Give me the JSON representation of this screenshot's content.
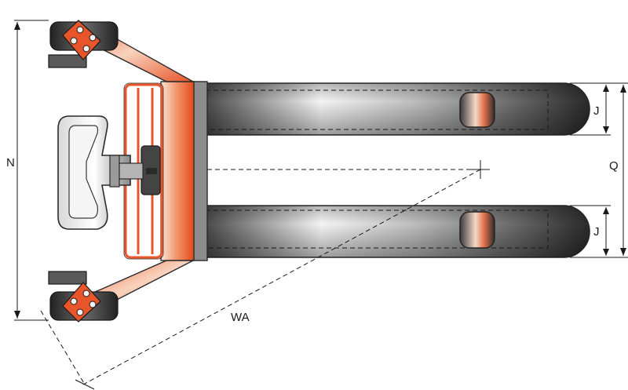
{
  "labels": {
    "n": "N",
    "q": "Q",
    "j_top": "J",
    "j_bottom": "J",
    "wa": "WA"
  },
  "colors": {
    "accent": "#e8552a",
    "accent_light": "#f7c9b0",
    "steel_dark": "#3c3c3c",
    "steel_light": "#f2f2f2",
    "line": "#1a1a1a"
  }
}
